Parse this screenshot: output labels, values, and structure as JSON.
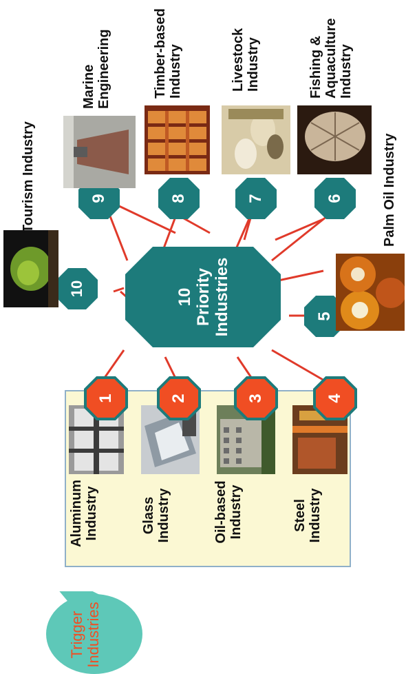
{
  "center": {
    "number": "10",
    "line1": "Priority",
    "line2": "Industries"
  },
  "trigger": {
    "line1": "Trigger",
    "line2": "Industries"
  },
  "trigger_industries": [
    {
      "num": "1",
      "line1": "Aluminum",
      "line2": "Industry"
    },
    {
      "num": "2",
      "line1": "Glass",
      "line2": "Industry"
    },
    {
      "num": "3",
      "line1": "Oil-based",
      "line2": "Industry"
    },
    {
      "num": "4",
      "line1": "Steel",
      "line2": "Industry"
    }
  ],
  "priority_industries": [
    {
      "num": "5",
      "line1": "Palm Oil Industry",
      "line2": ""
    },
    {
      "num": "6",
      "line1": "Fishing &",
      "line2": "Aquaculture",
      "line3": "Industry"
    },
    {
      "num": "7",
      "line1": "Livestock",
      "line2": "Industry"
    },
    {
      "num": "8",
      "line1": "Timber-based",
      "line2": "Industry"
    },
    {
      "num": "9",
      "line1": "Marine",
      "line2": "Engineering"
    },
    {
      "num": "10",
      "line1": "Tourism Industry",
      "line2": ""
    }
  ],
  "colors": {
    "teal": "#1d7b7b",
    "orange": "#f04e23",
    "trigger_bubble": "#5ec8b8",
    "trigger_text": "#f04e23",
    "box_fill": "#fbf8d3",
    "box_border": "#8fb0c8",
    "connector": "#e03a2a"
  }
}
